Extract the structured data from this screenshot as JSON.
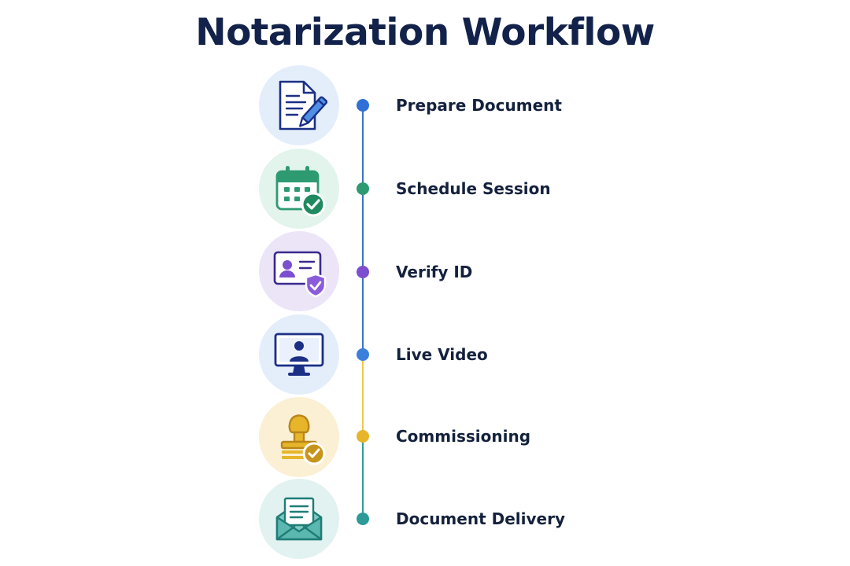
{
  "title": "Notarization Workflow",
  "steps": [
    {
      "label": "Prepare Document",
      "icon": "document-pen-icon",
      "color": "#2f6fd6",
      "bg": "#e4eefb"
    },
    {
      "label": "Schedule Session",
      "icon": "calendar-check-icon",
      "color": "#2e9a72",
      "bg": "#e2f4ec"
    },
    {
      "label": "Verify ID",
      "icon": "id-card-shield-icon",
      "color": "#7b4fcf",
      "bg": "#ece5f8"
    },
    {
      "label": "Live Video",
      "icon": "monitor-person-icon",
      "color": "#3b7fdc",
      "bg": "#e4eefb"
    },
    {
      "label": "Commissioning",
      "icon": "notary-stamp-icon",
      "color": "#e6b529",
      "bg": "#fbf0d4"
    },
    {
      "label": "Document Delivery",
      "icon": "envelope-letter-icon",
      "color": "#2c9a96",
      "bg": "#e1f2f0"
    }
  ]
}
